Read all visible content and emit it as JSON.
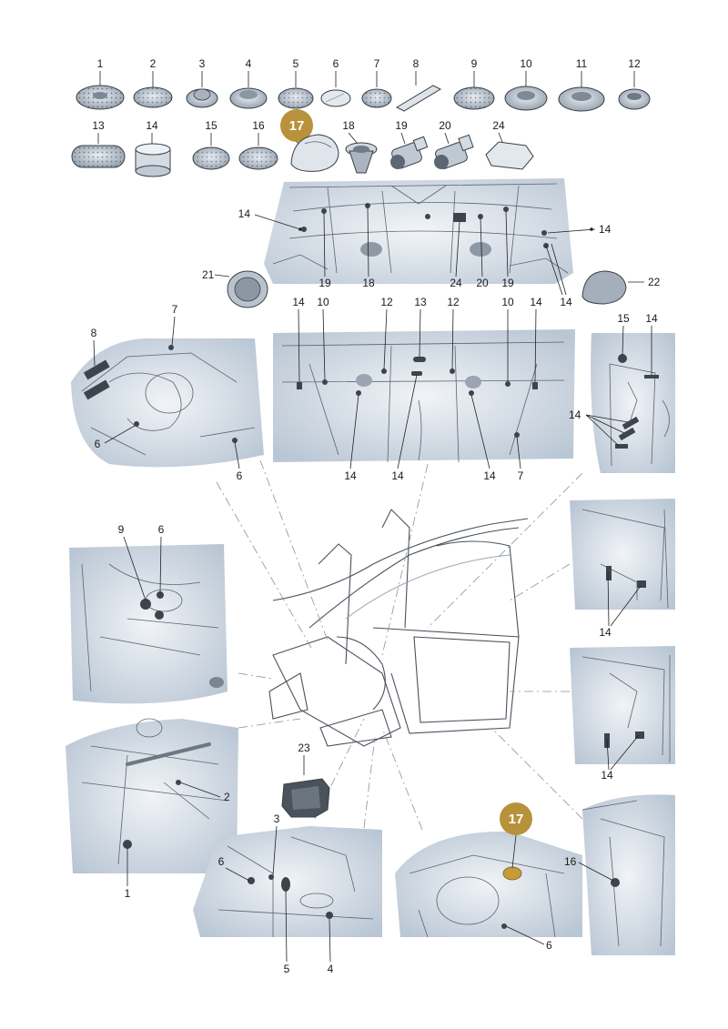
{
  "callout_numbers": {
    "p1": "1",
    "p2": "2",
    "p3": "3",
    "p4": "4",
    "p5": "5",
    "p6": "6",
    "p7": "7",
    "p8": "8",
    "p9": "9",
    "p10": "10",
    "p11": "11",
    "p12": "12",
    "p13": "13",
    "p14": "14",
    "p15": "15",
    "p16": "16",
    "p17": "17",
    "p18": "18",
    "p19": "19",
    "p20": "20",
    "p21": "21",
    "p22": "22",
    "p23": "23",
    "p24": "24"
  },
  "highlight": {
    "part": "17",
    "color": "#b8923a"
  },
  "colors": {
    "panel_fill": "#dfe6ee",
    "line": "#4a525c",
    "part_fill": "#c9d2dc"
  }
}
